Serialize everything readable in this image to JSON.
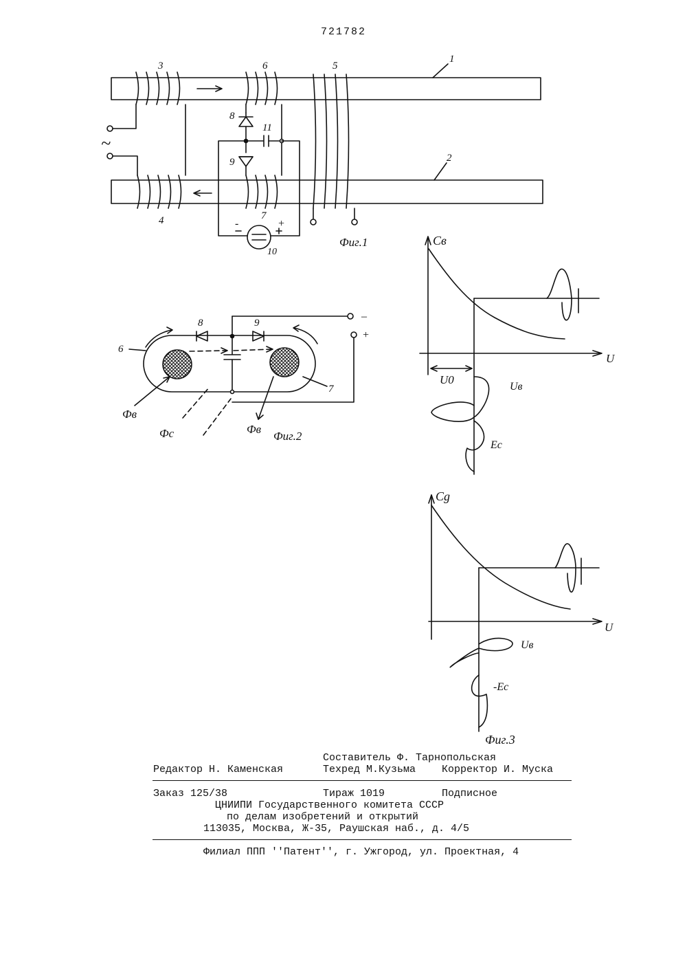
{
  "document": {
    "number": "721782"
  },
  "figure1": {
    "caption": "Фиг.1",
    "labels": {
      "rail_top": "1",
      "rail_bottom": "2",
      "coil_3": "3",
      "coil_4": "4",
      "coil_5": "5",
      "coil_6": "6",
      "coil_7": "7",
      "diode_8": "8",
      "diode_9": "9",
      "source_10": "10",
      "capacitor_11": "11",
      "ac_symbol": "~",
      "minus": "-",
      "plus": "+"
    }
  },
  "figure2": {
    "caption": "Фиг.2",
    "labels": {
      "loop_6": "6",
      "loop_7": "7",
      "diode_8": "8",
      "diode_9": "9",
      "phi_b_left": "Фв",
      "phi_c": "Фс",
      "phi_b_right": "Фв",
      "minus": "–",
      "plus": "+"
    }
  },
  "figure3": {
    "caption": "Фиг.3",
    "upper": {
      "y_label": "Cв",
      "x_label": "U",
      "u0_label": "U0",
      "ub_label": "Uв",
      "ec_label": "Ec"
    },
    "lower": {
      "y_label": "Cg",
      "x_label": "U",
      "ub_label": "Uв",
      "ec_label": "-Ec"
    }
  },
  "imprint": {
    "compiler": "Составитель Ф. Тарнопольская",
    "editor": "Редактор Н. Каменская",
    "techred": "Техред М.Кузьма",
    "corrector": "Корректор И. Муска",
    "order": "Заказ 125/38",
    "circulation": "Тираж 1019",
    "subscription": "Подписное",
    "org_line1": "ЦНИИПИ Государственного комитета СССР",
    "org_line2": "по делам изобретений и открытий",
    "address": "113035, Москва, Ж-35, Раушская наб., д. 4/5",
    "branch": "Филиал ППП ''Патент'', г. Ужгород, ул. Проектная, 4"
  }
}
